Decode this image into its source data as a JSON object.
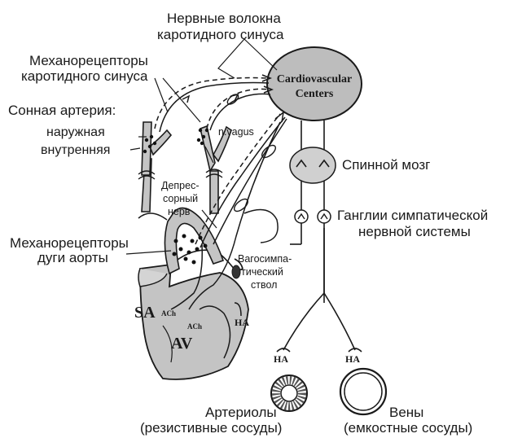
{
  "labels": {
    "carotid_nerve_fibers_line1": "Нервные волокна",
    "carotid_nerve_fibers_line2": "каротидного синуса",
    "carotid_mechanoreceptors_line1": "Механорецепторы",
    "carotid_mechanoreceptors_line2": "каротидного синуса",
    "carotid_artery": "Сонная артерия:",
    "external": "наружная",
    "internal": "внутренняя",
    "n_vagus": "n.vagus",
    "depressor_line1": "Депрес-",
    "depressor_line2": "сорный",
    "depressor_line3": "нерв",
    "aortic_mechanoreceptors_line1": "Механорецепторы",
    "aortic_mechanoreceptors_line2": "дуги аорты",
    "vagosympathetic_line1": "Вагосимпа-",
    "vagosympathetic_line2": "тический",
    "vagosympathetic_line3": "ствол",
    "cardio_line1": "Cardiovascular",
    "cardio_line2": "Centers",
    "spinal_cord": "Спинной мозг",
    "ganglia_line1": "Ганглии симпатической",
    "ganglia_line2": "нервной системы",
    "sa": "SA",
    "av": "AV",
    "ach_sa": "ACh",
    "ach_av": "ACh",
    "ha_heart": "HA",
    "ha_arteriole": "HA",
    "ha_vein": "HA",
    "arterioles_line1": "Артериолы",
    "arterioles_line2": "(резистивные сосуды)",
    "veins_line1": "Вены",
    "veins_line2": "(емкостные сосуды)"
  }
}
